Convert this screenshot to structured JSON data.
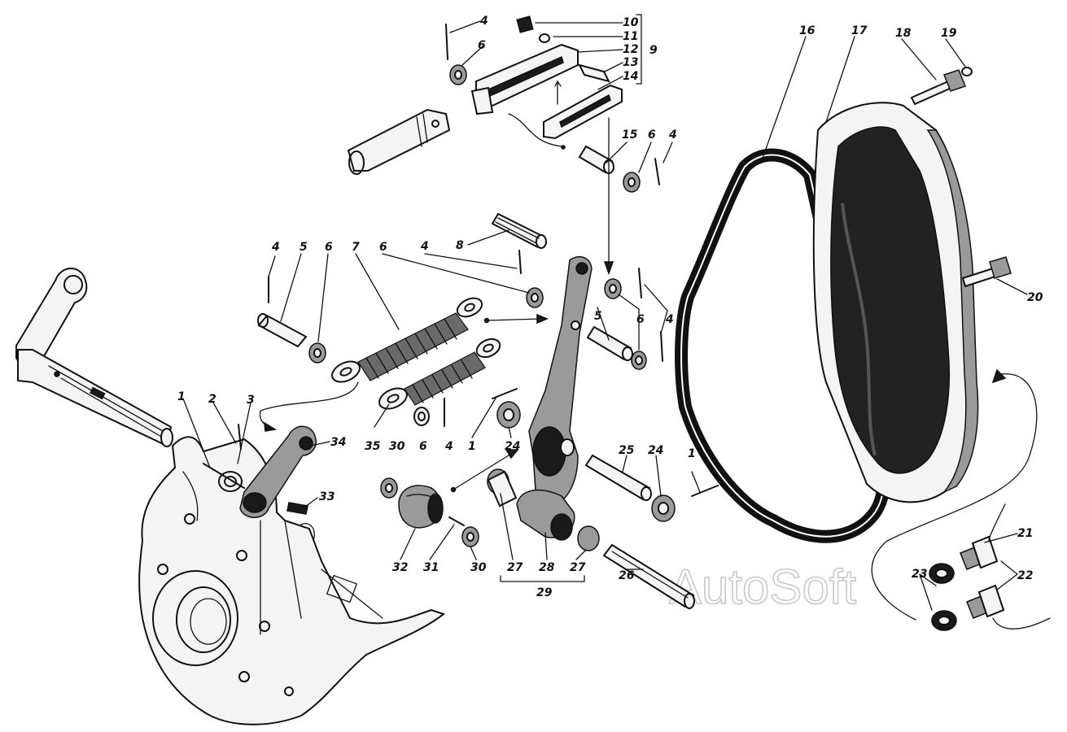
{
  "labels": [
    {
      "id": "l1a",
      "text": "1"
    },
    {
      "id": "l1b",
      "text": "1"
    },
    {
      "id": "l1c",
      "text": "1"
    },
    {
      "id": "l2",
      "text": "2"
    },
    {
      "id": "l3",
      "text": "3"
    },
    {
      "id": "l4a",
      "text": "4"
    },
    {
      "id": "l4b",
      "text": "4"
    },
    {
      "id": "l4c",
      "text": "4"
    },
    {
      "id": "l4d",
      "text": "4"
    },
    {
      "id": "l4e",
      "text": "4"
    },
    {
      "id": "l4f",
      "text": "4"
    },
    {
      "id": "l5a",
      "text": "5"
    },
    {
      "id": "l5b",
      "text": "5"
    },
    {
      "id": "l6a",
      "text": "6"
    },
    {
      "id": "l6b",
      "text": "6"
    },
    {
      "id": "l6c",
      "text": "6"
    },
    {
      "id": "l6d",
      "text": "6"
    },
    {
      "id": "l6e",
      "text": "6"
    },
    {
      "id": "l6f",
      "text": "6"
    },
    {
      "id": "l7",
      "text": "7"
    },
    {
      "id": "l8",
      "text": "8"
    },
    {
      "id": "l9",
      "text": "9"
    },
    {
      "id": "l10",
      "text": "10"
    },
    {
      "id": "l11",
      "text": "11"
    },
    {
      "id": "l12",
      "text": "12"
    },
    {
      "id": "l13",
      "text": "13"
    },
    {
      "id": "l14",
      "text": "14"
    },
    {
      "id": "l15",
      "text": "15"
    },
    {
      "id": "l16",
      "text": "16"
    },
    {
      "id": "l17",
      "text": "17"
    },
    {
      "id": "l18",
      "text": "18"
    },
    {
      "id": "l19",
      "text": "19"
    },
    {
      "id": "l20",
      "text": "20"
    },
    {
      "id": "l21",
      "text": "21"
    },
    {
      "id": "l22",
      "text": "22"
    },
    {
      "id": "l23",
      "text": "23"
    },
    {
      "id": "l24a",
      "text": "24"
    },
    {
      "id": "l24b",
      "text": "24"
    },
    {
      "id": "l25",
      "text": "25"
    },
    {
      "id": "l26",
      "text": "26"
    },
    {
      "id": "l27a",
      "text": "27"
    },
    {
      "id": "l27b",
      "text": "27"
    },
    {
      "id": "l28",
      "text": "28"
    },
    {
      "id": "l29",
      "text": "29"
    },
    {
      "id": "l30a",
      "text": "30"
    },
    {
      "id": "l30b",
      "text": "30"
    },
    {
      "id": "l31",
      "text": "31"
    },
    {
      "id": "l32",
      "text": "32"
    },
    {
      "id": "l33",
      "text": "33"
    },
    {
      "id": "l34",
      "text": "34"
    },
    {
      "id": "l35",
      "text": "35"
    }
  ],
  "watermark": "AutoSoft",
  "colors": {
    "ink": "#111111",
    "paper": "#ffffff",
    "watermark": "#c9c9c9"
  }
}
